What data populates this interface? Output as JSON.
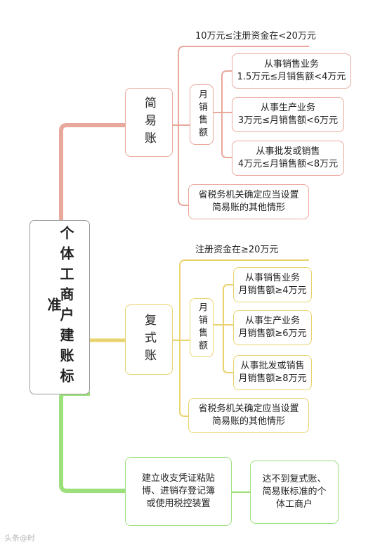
{
  "root": {
    "label": "个体工商户建账标准"
  },
  "simple": {
    "label": "简易账",
    "threshold": "10万元≤注册资金在<20万元",
    "monthly_label": "月销售额",
    "items": [
      {
        "line1": "从事销售业务",
        "line2": "1.5万元≤月销售额<4万元"
      },
      {
        "line1": "从事生产业务",
        "line2": "3万元≤月销售额<6万元"
      },
      {
        "line1": "从事批发或销售",
        "line2": "4万元≤月销售额<8万元"
      }
    ],
    "other_line1": "省税务机关确定应当设置",
    "other_line2": "简易账的其他情形"
  },
  "double": {
    "label": "复式账",
    "threshold": "注册资金在≥20万元",
    "monthly_label": "月销售额",
    "items": [
      {
        "line1": "从事销售业务",
        "line2": "月销售额≥4万元"
      },
      {
        "line1": "从事生产业务",
        "line2": "月销售额≥6万元"
      },
      {
        "line1": "从事批发或销售",
        "line2": "月销售额≥8万元"
      }
    ],
    "other_line1": "省税务机关确定应当设置",
    "other_line2": "简易账的其他情形"
  },
  "other": {
    "left_line1": "建立收支凭证粘贴",
    "left_line2": "博、进销存登记簿",
    "left_line3": "或使用税控装置",
    "right_line1": "达不到复式账、",
    "right_line2": "简易账标准的个",
    "right_line3": "体工商户"
  },
  "watermark": "头条@时",
  "colors": {
    "red": "#e9a89c",
    "yellow": "#ead36e",
    "green": "#9be07b",
    "gray": "#9a9a9a"
  }
}
